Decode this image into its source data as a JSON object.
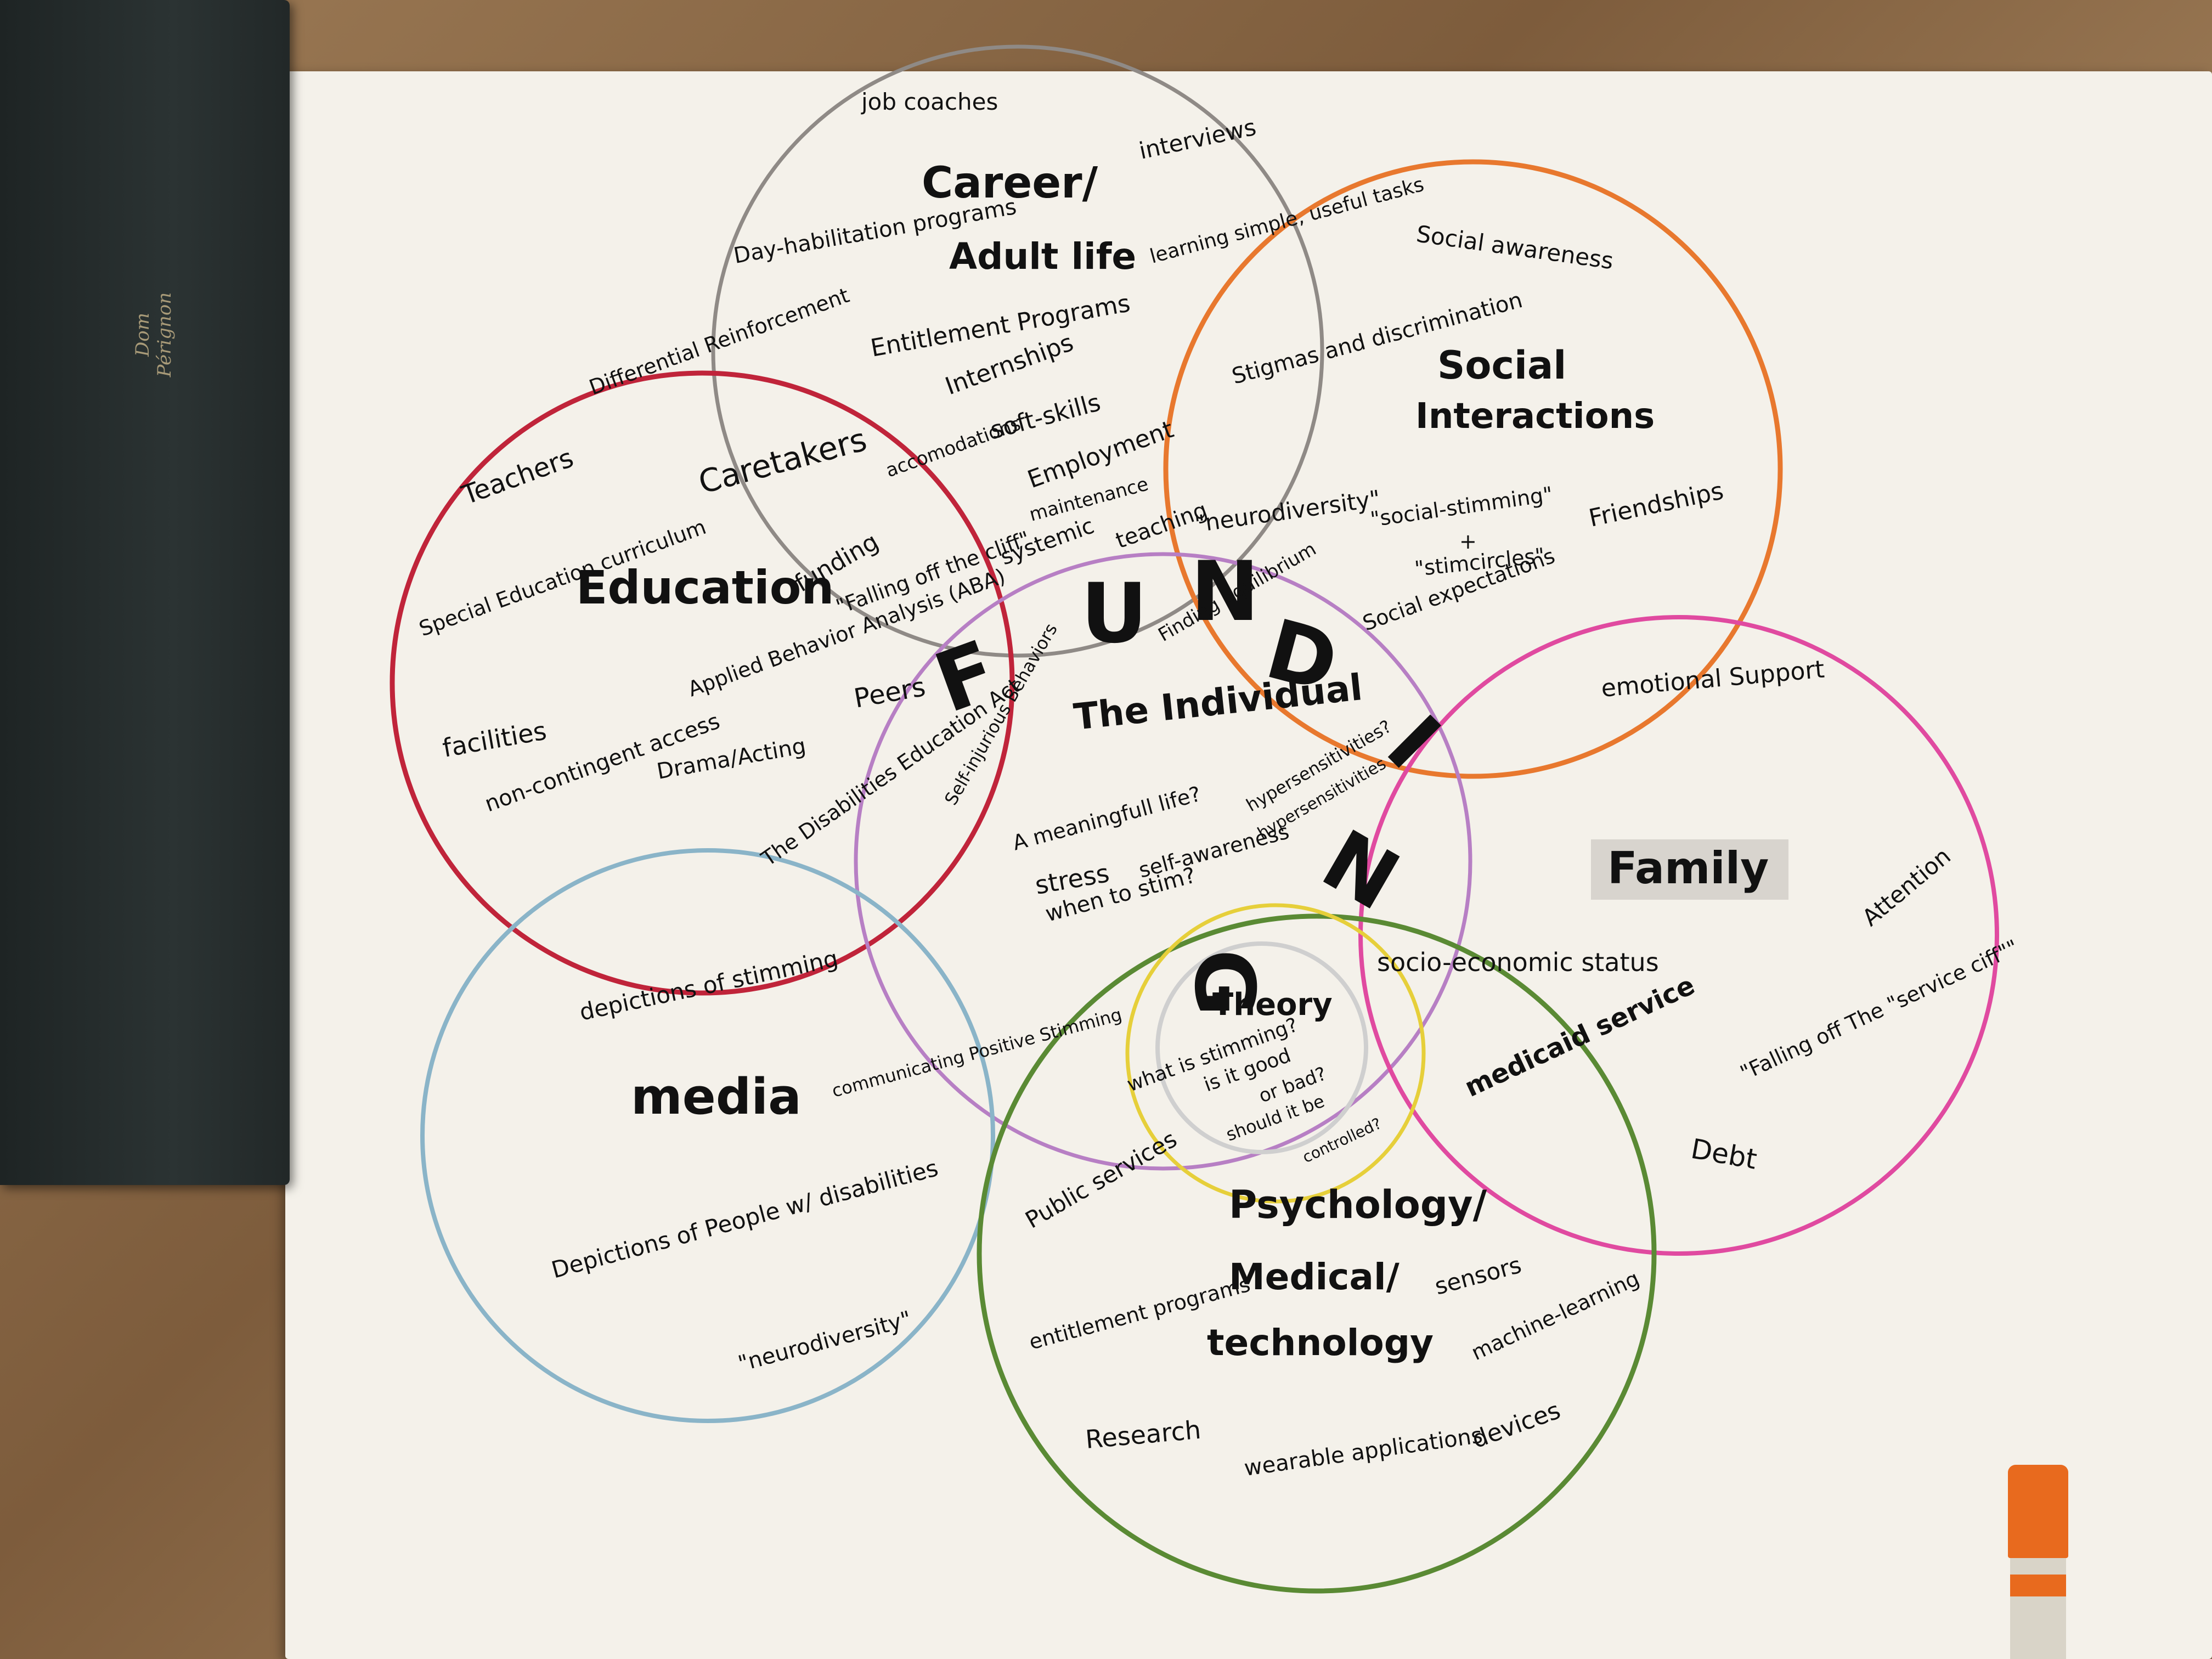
{
  "binder_label": "Dom Pérignon",
  "title_letters": [
    "F",
    "U",
    "N",
    "D",
    "I",
    "N",
    "G"
  ],
  "center": {
    "title": "The Individual",
    "notes": [
      "A meaningfull life?",
      "stress",
      "when to stim?",
      "self-awareness",
      "hypersensitivities?",
      "hypersensitivities",
      "Finding equilibrium",
      "Self-injurious Behaviors",
      "Peers"
    ]
  },
  "theory": {
    "title": "Theory",
    "notes": [
      "what is stimming?",
      "is it good",
      "or bad?",
      "should it be",
      "controlled?"
    ]
  },
  "circles": {
    "career": {
      "title_line1": "Career/",
      "title_line2": "Adult life",
      "color": "#8f8a86",
      "notes": [
        "job coaches",
        "interviews",
        "Day-habilitation programs",
        "learning simple, useful tasks",
        "Entitlement Programs",
        "Internships",
        "accomodations",
        "soft-skills",
        "Employment"
      ]
    },
    "social": {
      "title_line1": "Social",
      "title_line2": "Interactions",
      "color": "#e8782e",
      "notes": [
        "Social awareness",
        "Stigmas and discrimination",
        "\"neurodiversity\"",
        "\"social-stimming\"",
        "+",
        "\"stimcircles\"",
        "Friendships",
        "Social expectations"
      ]
    },
    "education": {
      "title": "Education",
      "color": "#c0243a",
      "notes": [
        "Differential Reinforcement",
        "Teachers",
        "Caretakers",
        "Special Education curriculum",
        "funding",
        "Applied Behavior Analysis (ABA)",
        "facilities",
        "non-contingent access",
        "Drama/Acting",
        "The Disabilities Education Act",
        "\"Falling off the cliff\"",
        "maintenance",
        "systemic",
        "teaching"
      ]
    },
    "family": {
      "title": "Family",
      "color": "#e04aa0",
      "notes": [
        "emotional Support",
        "Attention",
        "socio-economic status",
        "\"Falling off The \"service ciff\"\"",
        "Debt"
      ]
    },
    "media": {
      "title": "media",
      "color": "#8ab4c8",
      "notes": [
        "depictions of stimming",
        "communicating Positive Stimming",
        "Depictions of People w/ disabilities",
        "\"neurodiversity\""
      ]
    },
    "psychology": {
      "title_line1": "Psychology/",
      "title_line2": "Medical/",
      "title_line3": "technology",
      "color": "#5a8a34",
      "notes": [
        "Public services",
        "medicaid service",
        "sensors",
        "entitlement programs",
        "machine-learning",
        "Research",
        "devices",
        "wearable applications"
      ]
    }
  },
  "colors": {
    "paper": "#f4f1ea",
    "individual": "#b77fc4",
    "theory_inner": "#e6cf3a"
  }
}
